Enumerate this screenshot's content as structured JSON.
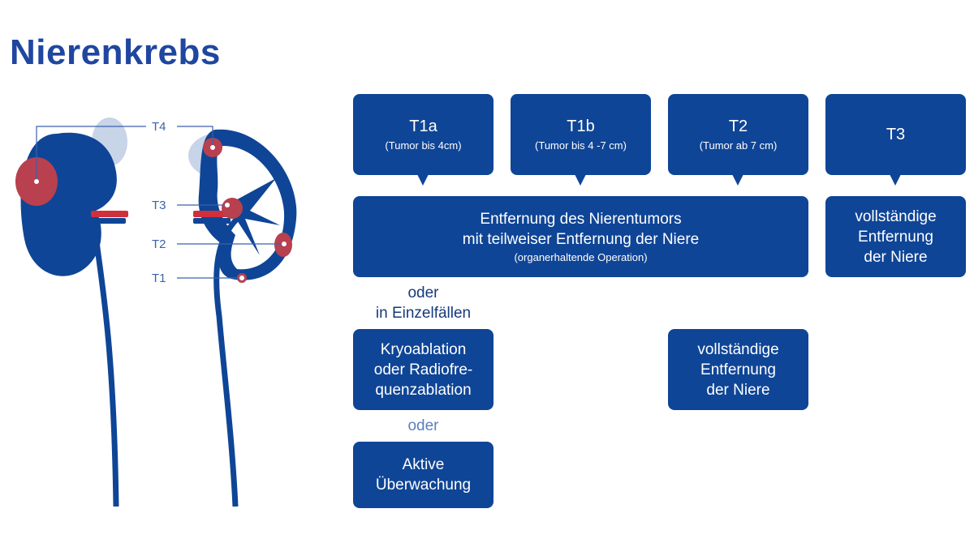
{
  "title": "Nierenkrebs",
  "stage_labels": [
    "T4",
    "T3",
    "T2",
    "T1"
  ],
  "stages": [
    {
      "name": "T1a",
      "detail": "(Tumor bis 4cm)"
    },
    {
      "name": "T1b",
      "detail": "(Tumor bis 4 -7 cm)"
    },
    {
      "name": "T2",
      "detail": "(Tumor ab 7 cm)"
    },
    {
      "name": "T3",
      "detail": ""
    }
  ],
  "partial_removal": {
    "line1": "Entfernung des Nierentumors",
    "line2": "mit teilweiser Entfernung der Niere",
    "note": "(organerhaltende Operation)"
  },
  "full_removal_t3": [
    "vollständige",
    "Entfernung",
    "der Niere"
  ],
  "or_label_1": "oder",
  "or_label_2": "in Einzelfällen",
  "ablation": [
    "Kryoablation",
    "oder Radiofre-",
    "quenzablation"
  ],
  "or_label_3": "oder",
  "surveillance": [
    "Aktive",
    "Überwachung"
  ],
  "full_removal_t2": [
    "vollständige",
    "Entfernung",
    "der Niere"
  ],
  "colors": {
    "box": "#0f4596",
    "title": "#1f46a0",
    "kidney": "#0f4596",
    "tumor": "#b8404f",
    "vessel_red": "#d0303c",
    "halo": "#c8d4e8"
  }
}
